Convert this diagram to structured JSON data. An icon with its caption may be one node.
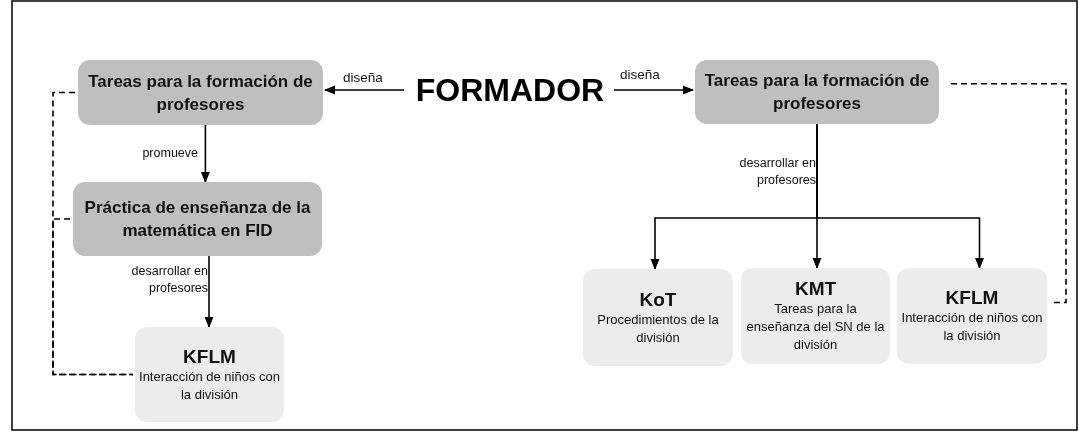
{
  "diagram": {
    "nodes": [
      {
        "text": [
          "FORMADOR"
        ]
      },
      {
        "text": [
          "Tareas para la formación de profesores"
        ]
      },
      {
        "text": [
          "Práctica de enseñanza de la matemática en FID"
        ]
      },
      {
        "text": [
          "KFLM",
          "Interacción de niños con la división"
        ]
      },
      {
        "text": [
          "Tareas para la formación de profesores"
        ]
      },
      {
        "text": [
          "KoT",
          "Procedimientos de la división"
        ]
      },
      {
        "text": [
          "KMT",
          "Tareas para la enseñanza del SN de la división"
        ]
      },
      {
        "text": [
          "KFLM",
          "Interacción de niños con la división"
        ]
      }
    ],
    "edges": [
      {
        "from": 0,
        "to": 1,
        "arrow": "to",
        "label": "diseña"
      },
      {
        "from": 0,
        "to": 4,
        "arrow": "to",
        "label": "diseña"
      },
      {
        "from": 1,
        "to": 2,
        "arrow": "to",
        "label": "promueve"
      },
      {
        "from": 2,
        "to": 3,
        "arrow": "to",
        "label": "desarrollar en profesores"
      },
      {
        "from": 4,
        "to": 5,
        "arrow": "to"
      },
      {
        "from": 4,
        "to": 6,
        "arrow": "to",
        "label": "desarrollar en profesores"
      },
      {
        "from": 4,
        "to": 7,
        "arrow": "to"
      },
      {
        "from": 1,
        "to": 3,
        "arrow": "none",
        "style": "dashed"
      },
      {
        "from": 2,
        "to": 3,
        "arrow": "none",
        "style": "dashed"
      },
      {
        "from": 4,
        "to": 7,
        "arrow": "none",
        "style": "dashed"
      }
    ]
  }
}
